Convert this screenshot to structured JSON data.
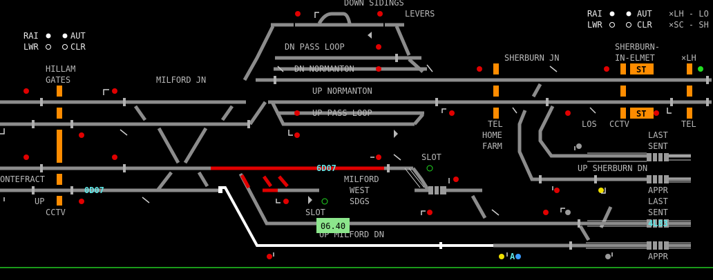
{
  "legend_left": {
    "rai": "RAI",
    "aut": "AUT",
    "lwr": "LWR",
    "clr": "CLR"
  },
  "legend_right": {
    "rai": "RAI",
    "aut": "AUT",
    "lwr": "LWR",
    "clr": "CLR",
    "lh": "×LH - LO",
    "sc": "×SC - SH"
  },
  "labels": {
    "down_sidings": "DOWN SIDINGS",
    "levers": "LEVERS",
    "dn_pass_loop": "DN PASS LOOP",
    "dn_normanton": "DN NORMANTON",
    "up_normanton": "UP NORMANTON",
    "up_pass_loop": "UP PASS LOOP",
    "hillam": "HILLAM",
    "gates": "GATES",
    "milford_jn": "MILFORD JN",
    "sherburn_jn": "SHERBURN JN",
    "sherburn_in": "SHERBURN-",
    "in_elmet": "IN-ELMET",
    "lh": "×LH",
    "tel1": "TEL",
    "home": "HOME",
    "farm": "FARM",
    "los": "LOS",
    "cctv1": "CCTV",
    "tel2": "TEL",
    "last1": "LAST",
    "sent1": "SENT",
    "up_sherburn_dn": "UP SHERBURN DN",
    "appr1": "APPR",
    "last2": "LAST",
    "sent2": "SENT",
    "appr2": "APPR",
    "slot1": "SLOT",
    "milford": "MILFORD",
    "west": "WEST",
    "sdgs": "SDGS",
    "slot2": "SLOT",
    "pontefract": "ONTEFRACT",
    "up": "UP",
    "cctv2": "CCTV",
    "up_milford_dn": "UP MILFORD DN",
    "st1": "ST",
    "st2": "ST"
  },
  "berths": {
    "b1": "6D07",
    "b2": "0D07",
    "b3": "4L83"
  },
  "time_box": "06.40",
  "signal_a": "A",
  "colors": {
    "track": "#8c8c8c",
    "route_set": "#e00000",
    "route_white": "#ffffff",
    "crossing": "#ff8c00",
    "berth": "#5ee6e6",
    "signal_red": "#e00000",
    "signal_yellow": "#f0e000",
    "signal_blue": "#3a9cff",
    "signal_green": "#22dd22",
    "baseline": "#1a9a1a"
  }
}
